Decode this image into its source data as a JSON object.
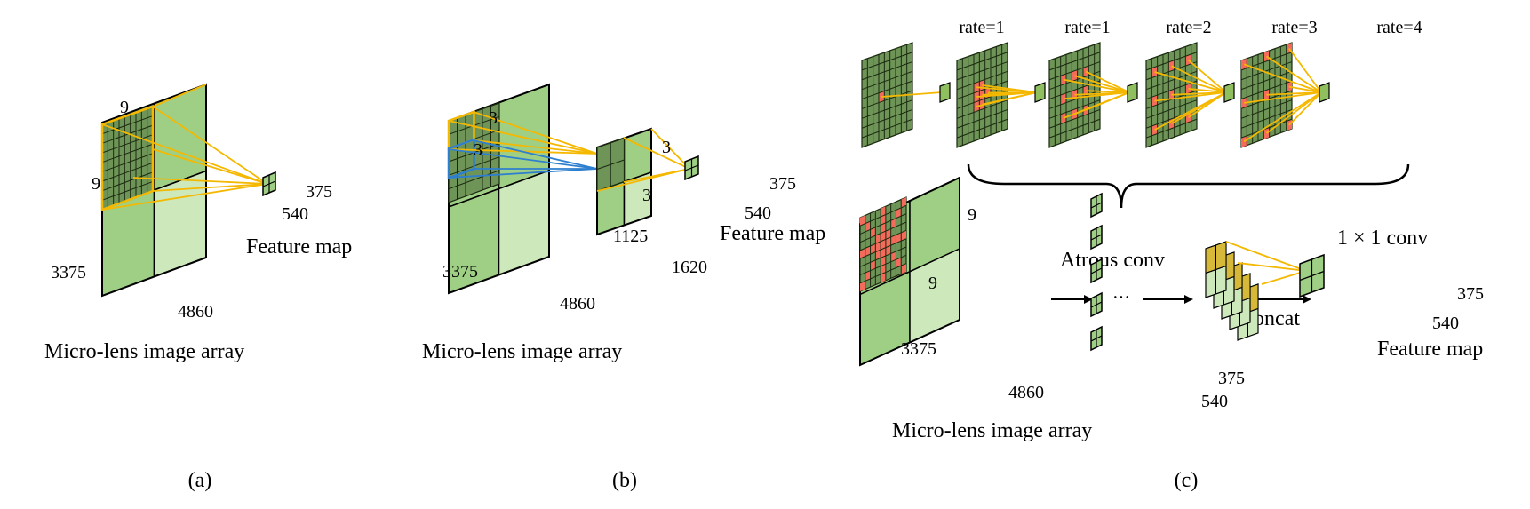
{
  "colors": {
    "block_dark": "#9fcf85",
    "block_light": "#cde9bb",
    "grid_fill": "#6f9457",
    "grid_line": "#1a2a10",
    "sample_red": "#f26b5b",
    "link_orange": "#f5b800",
    "link_blue": "#2e7fd0",
    "kernel_fill": "#d7b93a"
  },
  "panel_a": {
    "kernel_width": "9",
    "kernel_height": "9",
    "array_height": "3375",
    "array_width": "4860",
    "map_height": "375",
    "map_width": "540",
    "map_caption": "Feature map",
    "array_caption": "Micro-lens image array",
    "tag": "(a)"
  },
  "panel_b": {
    "kernel_width": "3",
    "kernel_height": "3",
    "array_height": "3375",
    "array_width": "4860",
    "mid_kernel_width": "3",
    "mid_kernel_height": "3",
    "mid_height": "1125",
    "mid_width": "1620",
    "map_height": "375",
    "map_width": "540",
    "map_caption": "Feature map",
    "array_caption": "Micro-lens image array",
    "tag": "(b)"
  },
  "panel_c": {
    "rates": [
      "rate=1",
      "rate=1",
      "rate=2",
      "rate=3",
      "rate=4"
    ],
    "kernel_width": "9",
    "kernel_height": "9",
    "array_height": "3375",
    "array_width": "4860",
    "atrous_label": "Atrous conv",
    "dots": "···",
    "stack_height": "375",
    "stack_width": "540",
    "concat_label": "Concat",
    "conv_label": "1 × 1 conv",
    "map_height": "375",
    "map_width": "540",
    "map_caption": "Feature map",
    "array_caption": "Micro-lens image array",
    "tag": "(c)"
  }
}
